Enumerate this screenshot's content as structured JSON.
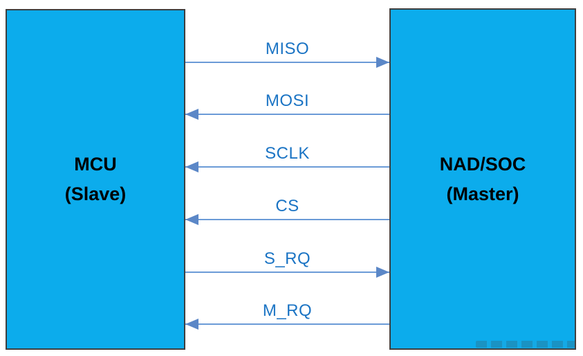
{
  "diagram": {
    "type": "block-connection-diagram",
    "nodes": [
      {
        "id": "mcu",
        "title": "MCU",
        "subtitle": "(Slave)"
      },
      {
        "id": "nad-soc",
        "title": "NAD/SOC",
        "subtitle": "(Master)"
      }
    ],
    "signals": [
      {
        "label": "MISO",
        "direction": "right",
        "from": "MCU",
        "to": "NAD/SOC"
      },
      {
        "label": "MOSI",
        "direction": "left",
        "from": "NAD/SOC",
        "to": "MCU"
      },
      {
        "label": "SCLK",
        "direction": "left",
        "from": "NAD/SOC",
        "to": "MCU"
      },
      {
        "label": "CS",
        "direction": "left",
        "from": "NAD/SOC",
        "to": "MCU"
      },
      {
        "label": "S_RQ",
        "direction": "right",
        "from": "MCU",
        "to": "NAD/SOC"
      },
      {
        "label": "M_RQ",
        "direction": "left",
        "from": "NAD/SOC",
        "to": "MCU"
      }
    ],
    "colors": {
      "background": "#FFFFFF",
      "node_fill": "#0CACEC",
      "node_border": "#3F3F3F",
      "node_text": "#000000",
      "arrow_line": "#6B9BD7",
      "arrow_head": "#5B87C7",
      "signal_label": "#1B74C4"
    }
  }
}
